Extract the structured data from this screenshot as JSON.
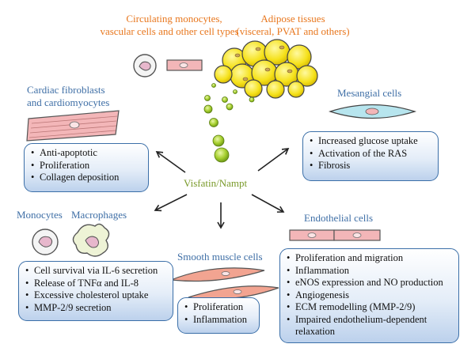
{
  "titles": {
    "circulating": [
      "Circulating monocytes,",
      "vascular cells and other cell types"
    ],
    "adipose": [
      "Adipose tissues",
      "(visceral, PVAT and others)"
    ],
    "cardiac": [
      "Cardiac fibroblasts",
      "and cardiomyocytes"
    ],
    "mesangial": "Mesangial cells",
    "monocytes": "Monocytes",
    "macrophages": "Macrophages",
    "smooth_muscle": "Smooth muscle cells",
    "endothelial": "Endothelial cells"
  },
  "center_label": "Visfatin/Nampt",
  "boxes": {
    "cardiac": [
      "Anti-apoptotic",
      "Proliferation",
      "Collagen deposition"
    ],
    "mesangial": [
      "Increased glucose uptake",
      "Activation of the RAS",
      "Fibrosis"
    ],
    "monocytes": [
      "Cell survival via IL-6 secretion",
      "Release of TNFα and IL-8",
      "Excessive cholesterol uptake",
      "MMP-2/9 secretion"
    ],
    "smooth_muscle": [
      "Proliferation",
      "Inflammation"
    ],
    "endothelial": [
      "Proliferation and migration",
      "Inflammation",
      "eNOS expression and NO production",
      "Angiogenesis",
      "ECM remodelling (MMP-2/9)",
      "Impaired endothelium-dependent",
      "relaxation"
    ]
  },
  "colors": {
    "orange_title": "#e8771e",
    "blue_title": "#3f6fa6",
    "box_border": "#3b6fa8",
    "box_fill_bottom": "#bcd1ec",
    "visfatin_green": "#9acd32",
    "adipocyte_yellow": "#f5e11a",
    "cell_pink": "#f2b8b8",
    "center_label": "#7a9a2a"
  }
}
